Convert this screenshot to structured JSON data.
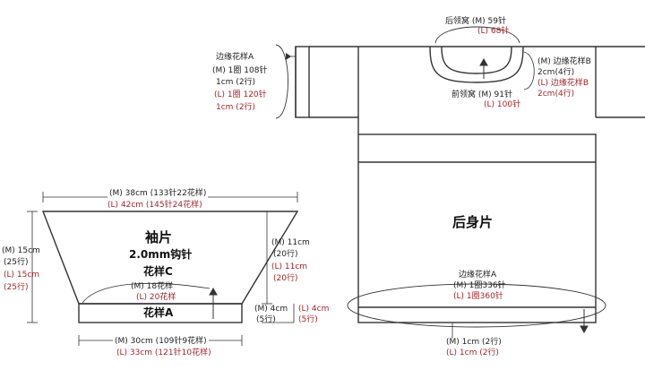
{
  "colors": {
    "ink": "#222222",
    "accent": "#a0262b",
    "outline": "#333333"
  },
  "sleeve": {
    "title": "袖片",
    "hook": "2.0mm钩针",
    "pattern_c": "花样C",
    "band": "花样A",
    "top_m": "(M) 38cm (133针22花样)",
    "top_l": "(L) 42cm (145针24花样)",
    "left_m": "(M) 15cm",
    "left_m_rows": "(25行)",
    "left_l": "(L) 15cm",
    "left_l_rows": "(25行)",
    "right_m": "(M) 11cm",
    "right_m_rows": "(20行)",
    "right_l": "(L) 11cm",
    "right_l_rows": "(20行)",
    "motif_m": "(M) 18花样",
    "motif_l": "(L) 20花样",
    "band_m": "(M) 4cm",
    "band_m_rows": "(5行)",
    "band_l": "(L) 4cm",
    "band_l_rows": "(5行)",
    "bottom_m": "(M) 30cm (109针9花样)",
    "bottom_l": "(L) 33cm (121针10花样)"
  },
  "back": {
    "title": "后身片",
    "back_neck_m": "后领窝 (M) 59针",
    "back_neck_l": "(L) 68针",
    "front_neck_m": "前领窝 (M) 91针",
    "front_neck_l": "(L) 100针",
    "neck_border_m": "(M) 边缘花样B",
    "neck_border_m_h": "2cm(4行)",
    "neck_border_l": "(L) 边缘花样B",
    "neck_border_l_h": "2cm(4行)",
    "cuff_title": "边缘花样A",
    "cuff_m": "(M) 1圈 108针",
    "cuff_m_h": "1cm (2行)",
    "cuff_l": "(L) 1圈 120针",
    "cuff_l_h": "1cm (2行)",
    "hem_title": "边缘花样A",
    "hem_m": "(M) 1圈336针",
    "hem_l": "(L) 1圈360针",
    "hem_h_m": "(M) 1cm (2行)",
    "hem_h_l": "(L) 1cm (2行)"
  }
}
